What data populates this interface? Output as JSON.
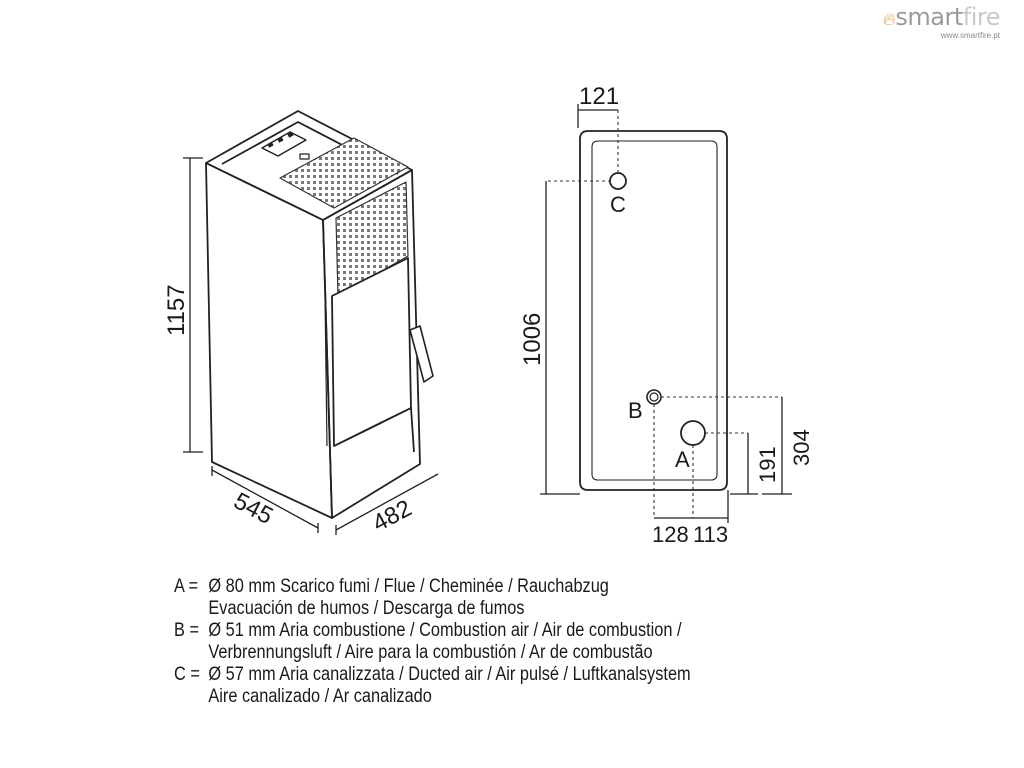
{
  "brand": {
    "name_a": "smart",
    "name_b": "fire",
    "url": "www.smartfire.pt"
  },
  "dims": {
    "height": "1157",
    "depth": "545",
    "width": "482",
    "top_offset": "121",
    "rear_height": "1006",
    "bottom_left": "128",
    "bottom_right": "113",
    "a_height": "191",
    "b_height": "304"
  },
  "markers": {
    "a": "A",
    "b": "B",
    "c": "C"
  },
  "legend": {
    "a_key": "A =",
    "a_line1": "Ø 80 mm  Scarico fumi / Flue / Cheminée / Rauchabzug",
    "a_line2": "Evacuación de humos / Descarga de fumos",
    "b_key": "B =",
    "b_line1": "Ø 51 mm  Aria combustione / Combustion air / Air de combustion /",
    "b_line2": "Verbrennungsluft / Aire para la combustión / Ar de combustão",
    "c_key": "C =",
    "c_line1": "Ø 57 mm  Aria canalizzata / Ducted air / Air pulsé / Luftkanalsystem",
    "c_line2": "Aire canalizado / Ar canalizado"
  },
  "colors": {
    "line": "#222222",
    "dash": "#333333",
    "brand_grey": "#9a9a9a"
  }
}
